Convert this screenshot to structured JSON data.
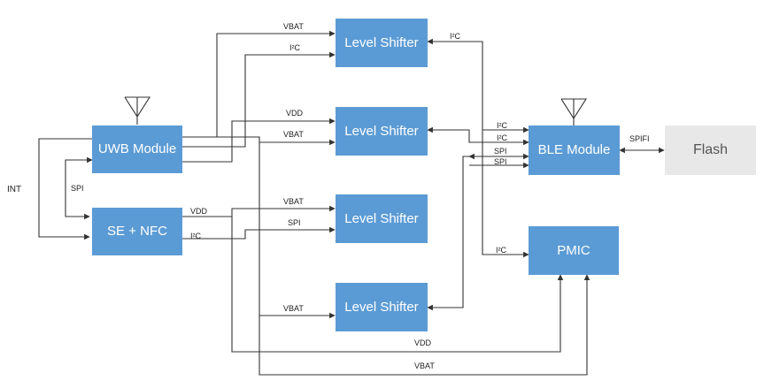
{
  "blocks": {
    "ls1": "Level Shifter",
    "ls2": "Level Shifter",
    "ls3": "Level Shifter",
    "ls4": "Level Shifter",
    "uwb": "UWB Module",
    "senfc": "SE + NFC",
    "ble": "BLE Module",
    "pmic": "PMIC",
    "flash": "Flash"
  },
  "labels": {
    "int": "INT",
    "spi_left": "SPI",
    "vdd_senfc": "VDD",
    "i2c_senfc": "I²C",
    "vbat_ls1": "VBAT",
    "i2c_ls1": "I²C",
    "i2c_ls1_right": "I²C",
    "vdd_ls2": "VDD",
    "vbat_ls2": "VBAT",
    "vbat_ls3": "VBAT",
    "spi_ls3": "SPI",
    "vbat_ls4": "VBAT",
    "ble_i2c_1": "I²C",
    "ble_i2c_2": "I²C",
    "ble_spi_1": "SPI",
    "ble_spi_2": "SPI",
    "spifi": "SPIFI",
    "pmic_i2c": "I²C",
    "vdd_bottom": "VDD",
    "vbat_bottom": "VBAT"
  },
  "colors": {
    "block_blue": "#5b9bd5",
    "flash_grey": "#e8e8e8",
    "line": "#333333"
  },
  "icons": {
    "uwb_antenna": "antenna-icon",
    "ble_antenna": "antenna-icon"
  }
}
